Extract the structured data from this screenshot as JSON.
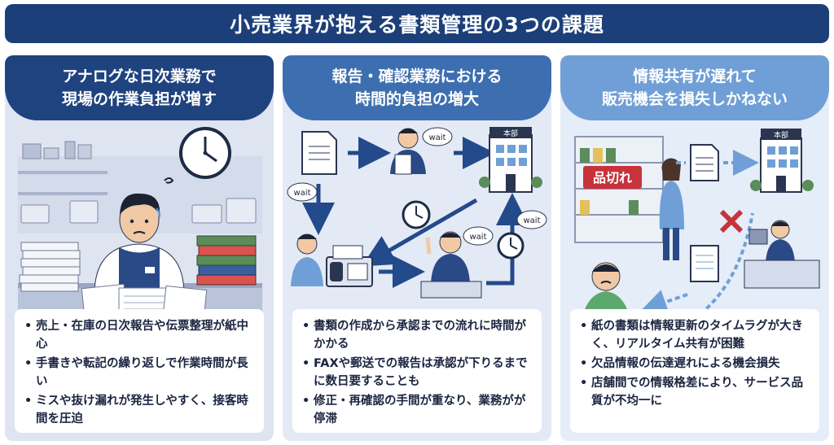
{
  "title": "小売業界が抱える書類管理の3つの課題",
  "panels": [
    {
      "heading_line1": "アナログな日次業務で",
      "heading_line2": "現場の作業負担が増す",
      "bullets": [
        "売上・在庫の日次報告や伝票整理が紙中心",
        "手書きや転記の繰り返しで作業時間が長い",
        "ミスや抜け漏れが発生しやすく、接客時間を圧迫"
      ]
    },
    {
      "heading_line1": "報告・確認業務における",
      "heading_line2": "時間的負担の増大",
      "wait_label": "wait",
      "hq_label": "本部",
      "bullets": [
        "書類の作成から承認までの流れに時間がかかる",
        "FAXや郵送での報告は承認が下りるまでに数日要することも",
        "修正・再確認の手間が重なり、業務がが停滞"
      ]
    },
    {
      "heading_line1": "情報共有が遅れて",
      "heading_line2": "販売機会を損失しかねない",
      "out_of_stock_label": "品切れ",
      "hq_label": "本部",
      "bullets": [
        "紙の書類は情報更新のタイムラグが大きく、リアルタイム共有が困難",
        "欠品情報の伝達遅れによる機会損失",
        "店舗間での情報格差により、サービス品質が不均一に"
      ]
    }
  ],
  "colors": {
    "title_bg": "#1c3f7a",
    "panel1_head": "#1f437f",
    "panel2_head": "#3d6fb0",
    "panel3_head": "#6f9fd6",
    "alert_red": "#c8323a"
  }
}
